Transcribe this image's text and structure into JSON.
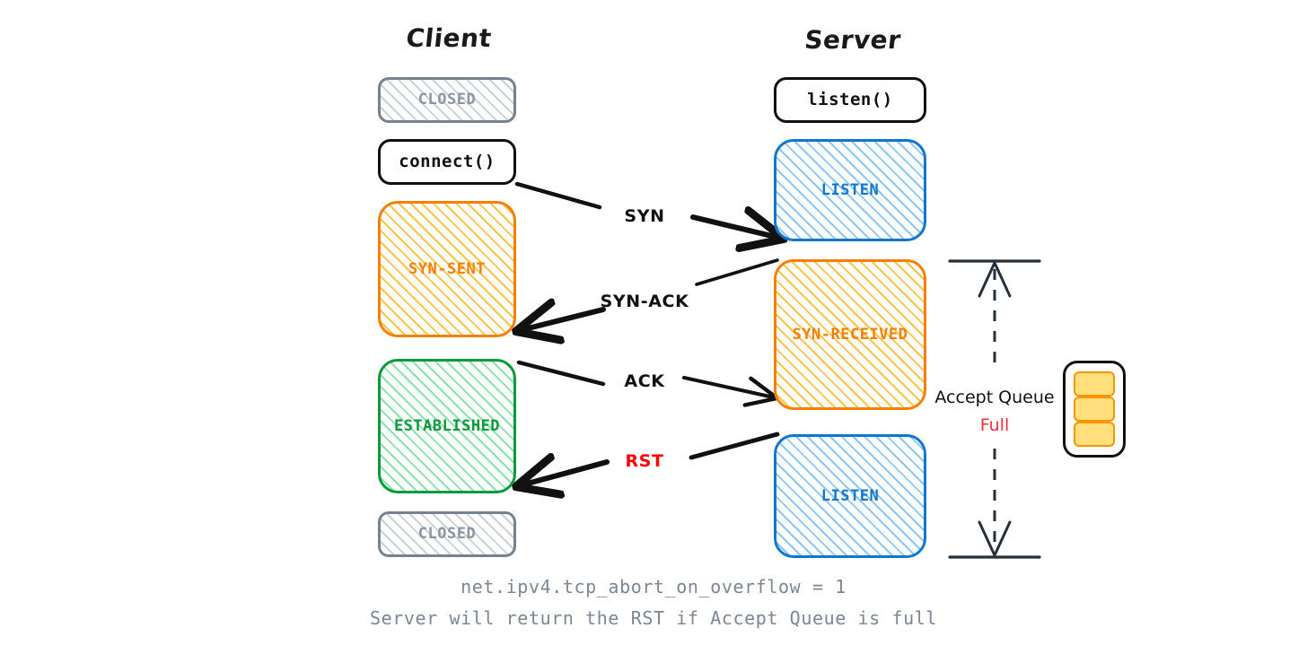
{
  "columns": {
    "client_title": "Client",
    "server_title": "Server"
  },
  "colors": {
    "black": "#111111",
    "gray": "#76838f",
    "gray_text": "#8a97a3",
    "orange": "#f77f00",
    "blue": "#1077cc",
    "green": "#0a9a3c",
    "red": "#ff0000",
    "queue_fill": "#ffe07d",
    "queue_border": "#f79400",
    "caption_text": "#7d8793"
  },
  "client_nodes": [
    {
      "id": "client-closed-top",
      "label": "CLOSED",
      "style": "gray"
    },
    {
      "id": "client-connect",
      "label": "connect()",
      "style": "plain"
    },
    {
      "id": "client-syn-sent",
      "label": "SYN-SENT",
      "style": "orange"
    },
    {
      "id": "client-established",
      "label": "ESTABLISHED",
      "style": "green"
    },
    {
      "id": "client-closed-bot",
      "label": "CLOSED",
      "style": "gray"
    }
  ],
  "server_nodes": [
    {
      "id": "server-listen-call",
      "label": "listen()",
      "style": "plain"
    },
    {
      "id": "server-listen-top",
      "label": "LISTEN",
      "style": "blue"
    },
    {
      "id": "server-syn-received",
      "label": "SYN-RECEIVED",
      "style": "orange"
    },
    {
      "id": "server-listen-bottom",
      "label": "LISTEN",
      "style": "blue"
    }
  ],
  "messages": [
    {
      "id": "msg-syn",
      "label": "SYN",
      "direction": "client-to-server",
      "color": "black"
    },
    {
      "id": "msg-syn-ack",
      "label": "SYN-ACK",
      "direction": "server-to-client",
      "color": "black"
    },
    {
      "id": "msg-ack",
      "label": "ACK",
      "direction": "client-to-server",
      "color": "black"
    },
    {
      "id": "msg-rst",
      "label": "RST",
      "direction": "server-to-client",
      "color": "red"
    }
  ],
  "accept_queue": {
    "label": "Accept Queue",
    "status": "Full",
    "slots": 3,
    "slots_filled": 3
  },
  "caption": {
    "line1": "net.ipv4.tcp_abort_on_overflow = 1",
    "line2": "Server will return the RST if Accept Queue is full"
  }
}
